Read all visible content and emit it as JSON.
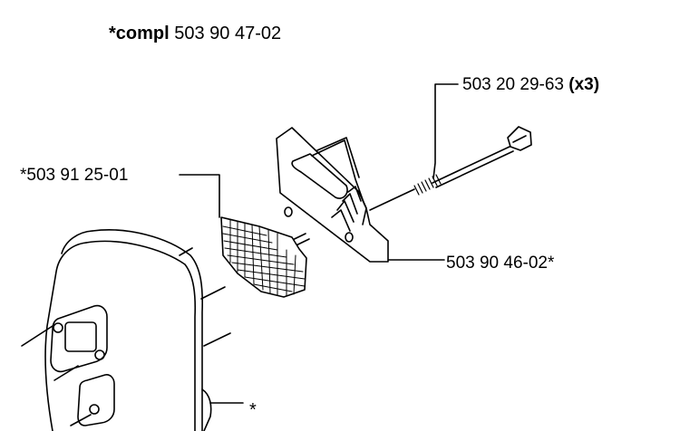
{
  "title": {
    "bold": "*compl",
    "number": "503 90 47-02"
  },
  "parts": {
    "bolt": {
      "number": "503 20 29-63",
      "qty": "(x3)"
    },
    "screen": {
      "number": "*503 91 25-01"
    },
    "plate": {
      "number": "503 90 46-02*"
    },
    "muffler": {
      "marker": "*"
    }
  },
  "colors": {
    "line": "#000000",
    "background": "#ffffff"
  }
}
